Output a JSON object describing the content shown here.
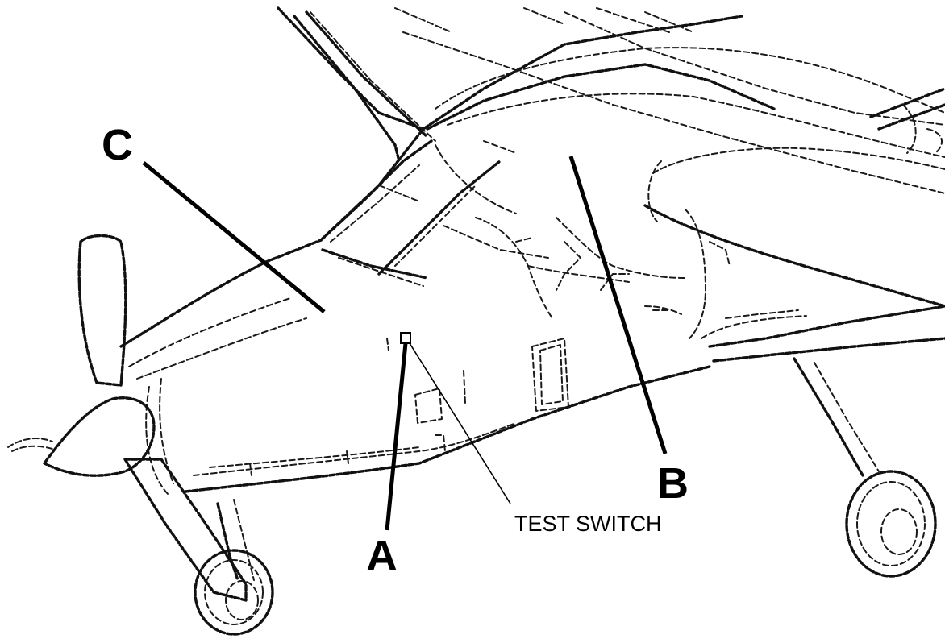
{
  "labels": {
    "a": "A",
    "b": "B",
    "c": "C",
    "test_switch": "TEST SWITCH"
  }
}
